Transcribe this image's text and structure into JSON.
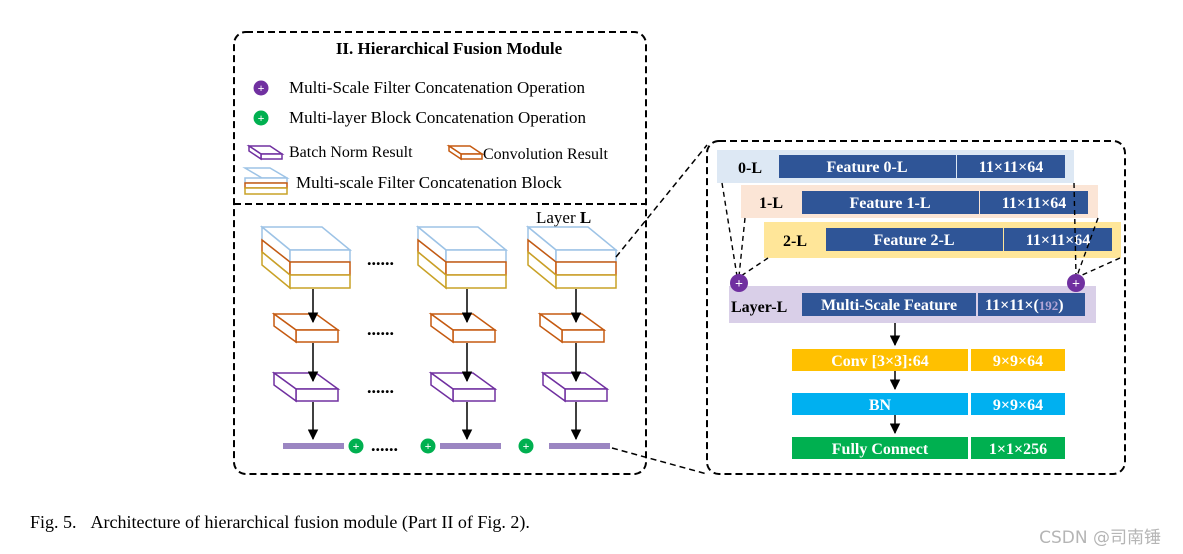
{
  "module": {
    "title": "II. Hierarchical Fusion Module",
    "legend": {
      "filter_concat": "Multi-Scale Filter Concatenation Operation",
      "block_concat": "Multi-layer Block Concatenation Operation",
      "batch_norm": "Batch Norm Result",
      "convolution": "Convolution Result",
      "filter_block": "Multi-scale Filter Concatenation Block"
    },
    "layer_label_prefix": "Layer ",
    "layer_label_letter": "L",
    "ellipsis": "......"
  },
  "detail": {
    "rows": [
      {
        "label": "0-L",
        "feature": "Feature 0-L",
        "dims": "11×11×64"
      },
      {
        "label": "1-L",
        "feature": "Feature 1-L",
        "dims": "11×11×64"
      },
      {
        "label": "2-L",
        "feature": "Feature 2-L",
        "dims": "11×11×64"
      }
    ],
    "merged": {
      "label": "Layer-L",
      "feature": "Multi-Scale Feature",
      "dims_prefix": "11×11×(",
      "dims_num": "192",
      "dims_suffix": ")"
    },
    "ops": [
      {
        "name": "Conv [3×3]:64",
        "dims": "9×9×64"
      },
      {
        "name": "BN",
        "dims": "9×9×64"
      },
      {
        "name": "Fully Connect",
        "dims": "1×1×256"
      }
    ]
  },
  "plus_symbol": "+",
  "caption": {
    "fig": "Fig. 5.",
    "text": "Architecture of hierarchical fusion module (Part II of Fig. 2)."
  },
  "watermark": "CSDN @司南锤",
  "colors": {
    "purple": "#7030a0",
    "green": "#00b050",
    "orange": "#c55a11",
    "gold": "#c9a227",
    "light_blue": "#9dc3e6",
    "lavender": "#9b86c2",
    "feature_blue": "#2f5597",
    "row0_bg": "#dde8f4",
    "row1_bg": "#fbe5d6",
    "row2_bg": "#ffe699",
    "merged_bg": "#d9cfe8",
    "conv": "#ffc000",
    "bn": "#00b0f0",
    "fc": "#00b050"
  }
}
